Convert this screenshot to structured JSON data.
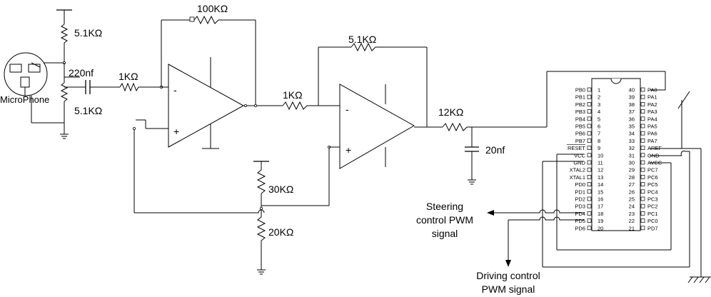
{
  "labels": {
    "r_top": "5.1KΩ",
    "r_bottom": "5.1KΩ",
    "microphone": "MicroPhone",
    "cap_in": "220nf",
    "r_in": "1KΩ",
    "r_feedback": "100KΩ",
    "r_stage2_in": "1KΩ",
    "r_stage2_fb": "5.1KΩ",
    "r_div_top": "30KΩ",
    "r_div_bottom": "20KΩ",
    "r_filter": "12KΩ",
    "c_filter": "20nf",
    "opamp_minus": "-",
    "opamp_plus": "+"
  },
  "signals": {
    "steering_line1": "Steering",
    "steering_line2": "control PWM",
    "steering_line3": "signal",
    "driving_line1": "Driving control",
    "driving_line2": "PWM signal"
  },
  "mcu": {
    "left_pins": [
      {
        "name": "PB0",
        "num": "1"
      },
      {
        "name": "PB1",
        "num": "2"
      },
      {
        "name": "PB2",
        "num": "3"
      },
      {
        "name": "PB3",
        "num": "4"
      },
      {
        "name": "PB4",
        "num": "5"
      },
      {
        "name": "PB5",
        "num": "6"
      },
      {
        "name": "PB6",
        "num": "7"
      },
      {
        "name": "PB7",
        "num": "8"
      },
      {
        "name": "RESET",
        "num": "9"
      },
      {
        "name": "VCC",
        "num": "10"
      },
      {
        "name": "GND",
        "num": "11"
      },
      {
        "name": "XTAL2",
        "num": "12"
      },
      {
        "name": "XTAL1",
        "num": "13"
      },
      {
        "name": "PD0",
        "num": "14"
      },
      {
        "name": "PD1",
        "num": "15"
      },
      {
        "name": "PD2",
        "num": "16"
      },
      {
        "name": "PD3",
        "num": "17"
      },
      {
        "name": "PD4",
        "num": "18"
      },
      {
        "name": "PD5",
        "num": "19"
      },
      {
        "name": "PD6",
        "num": "20"
      }
    ],
    "right_pins": [
      {
        "name": "PA0",
        "num": "40"
      },
      {
        "name": "PA1",
        "num": "39"
      },
      {
        "name": "PA2",
        "num": "38"
      },
      {
        "name": "PA3",
        "num": "37"
      },
      {
        "name": "PA4",
        "num": "36"
      },
      {
        "name": "PA5",
        "num": "35"
      },
      {
        "name": "PA6",
        "num": "34"
      },
      {
        "name": "PA7",
        "num": "33"
      },
      {
        "name": "AREF",
        "num": "32"
      },
      {
        "name": "GND",
        "num": "31"
      },
      {
        "name": "AVCC",
        "num": "30"
      },
      {
        "name": "PC7",
        "num": "29"
      },
      {
        "name": "PC6",
        "num": "28"
      },
      {
        "name": "PC5",
        "num": "27"
      },
      {
        "name": "PC4",
        "num": "26"
      },
      {
        "name": "PC3",
        "num": "25"
      },
      {
        "name": "PC2",
        "num": "24"
      },
      {
        "name": "PC1",
        "num": "23"
      },
      {
        "name": "PC0",
        "num": "22"
      },
      {
        "name": "PD7",
        "num": "21"
      }
    ]
  }
}
